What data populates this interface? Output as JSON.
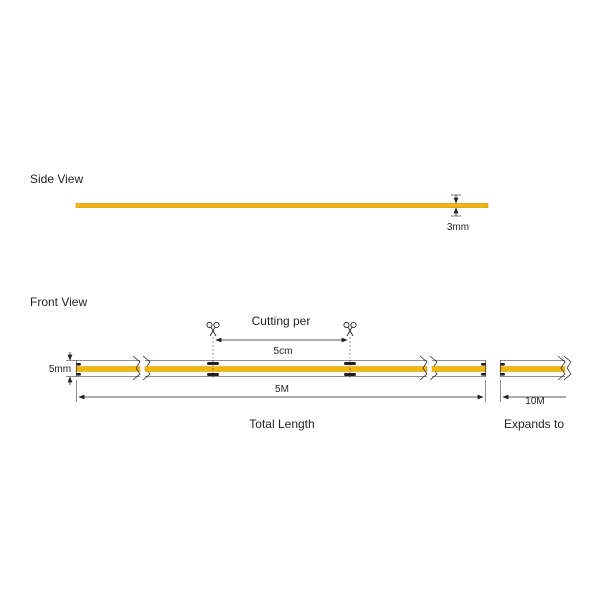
{
  "colors": {
    "strip": "#f2b705",
    "strip_edge": "#c88a00",
    "line": "#231f20",
    "background": "#ffffff"
  },
  "side_view": {
    "title": "Side View",
    "thickness_label": "3mm"
  },
  "front_view": {
    "title": "Front View",
    "height_label": "5mm",
    "cutting_label": "Cutting per",
    "cut_interval_label": "5cm",
    "length_label": "5M",
    "total_length_label": "Total Length",
    "expand_length_label": "10M",
    "expands_to_label": "Expands to"
  },
  "icons": {
    "cut_mark": "scissors-icon",
    "break": "break-symbol-icon"
  }
}
